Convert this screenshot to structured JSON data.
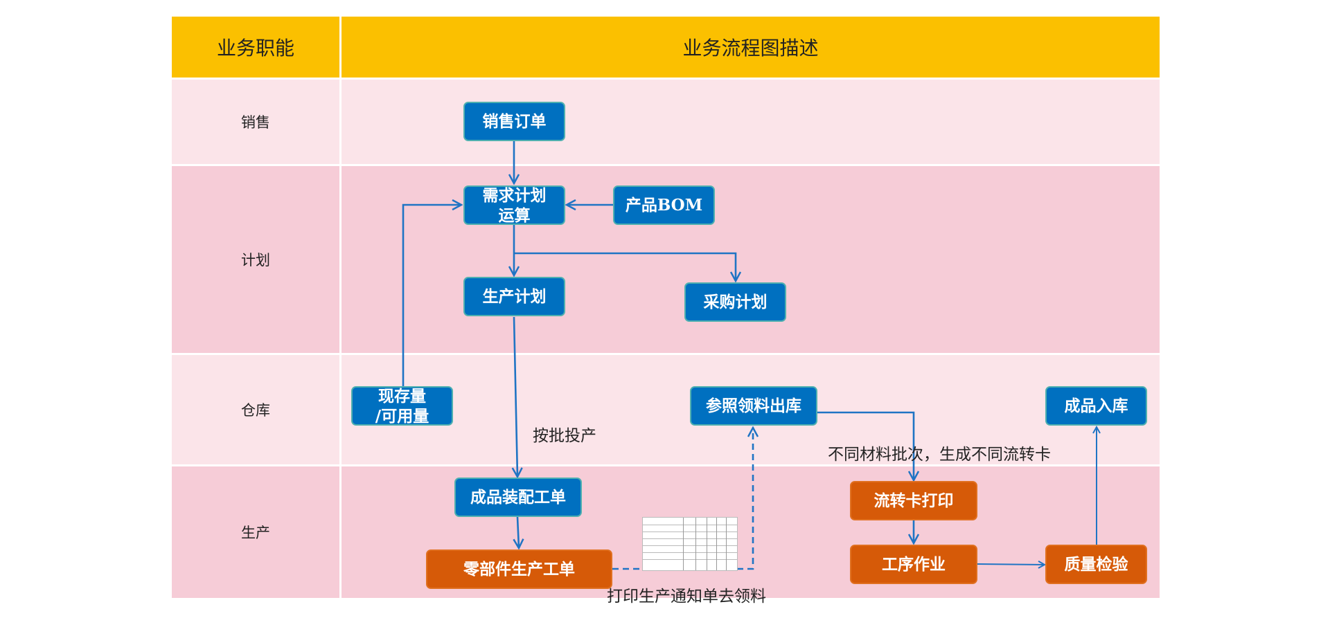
{
  "header": {
    "function_label": "业务职能",
    "flow_label": "业务流程图描述"
  },
  "lanes": {
    "sales": "销售",
    "plan": "计划",
    "warehouse": "仓库",
    "production": "生产"
  },
  "nodes": {
    "sales_order": "销售订单",
    "mrp": "需求计划\n运算",
    "product_bom": "产品BOM",
    "production_plan": "生产计划",
    "purchase_plan": "采购计划",
    "stock": "现存量\n/可用量",
    "material_issue": "参照领料出库",
    "finished_goods_in": "成品入库",
    "assembly_order": "成品装配工单",
    "parts_order": "零部件生产工单",
    "transfer_card_print": "流转卡打印",
    "operation": "工序作业",
    "quality_check": "质量检验"
  },
  "annotations": {
    "batch_release": "按批投产",
    "batch_cards": "不同材料批次，生成不同流转卡",
    "print_notice": "打印生产通知单去领料"
  },
  "colors": {
    "header": "#FBC000",
    "lane_light": "#FBE4E9",
    "lane_dark": "#F6CCD7",
    "blue_node": "#0070C0",
    "orange_node": "#D65A08",
    "arrow": "#1F74C4"
  }
}
